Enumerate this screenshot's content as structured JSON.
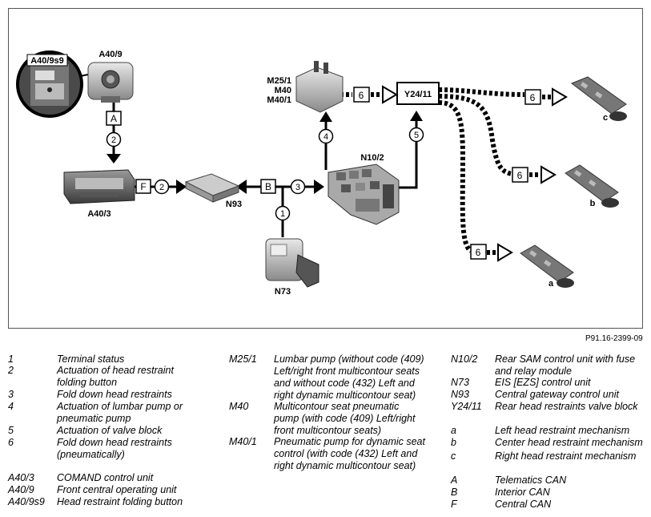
{
  "labels": {
    "A40_9": "A40/9",
    "A40_9s9": "A40/9s9",
    "A40_3": "A40/3",
    "N93": "N93",
    "N73": "N73",
    "N10_2": "N10/2",
    "M25_1": "M25/1",
    "M40": "M40",
    "M40_1": "M40/1",
    "Y24_11": "Y24/11",
    "a": "a",
    "b": "b",
    "c": "c"
  },
  "tags": {
    "A": "A",
    "B": "B",
    "F": "F",
    "n1": "1",
    "n2a": "2",
    "n2b": "2",
    "n3": "3",
    "n4": "4",
    "n5": "5",
    "n6a": "6",
    "n6b": "6",
    "n6c": "6",
    "n6d": "6"
  },
  "reference": "P91.16-2399-09",
  "legend": {
    "col1": [
      {
        "key": "1",
        "text": "Terminal status"
      },
      {
        "key": "2",
        "text": "Actuation of head restraint folding button"
      },
      {
        "key": "3",
        "text": "Fold down head restraints"
      },
      {
        "key": "4",
        "text": "Actuation of lumbar pump or pneumatic pump"
      },
      {
        "key": "5",
        "text": "Actuation of valve block"
      },
      {
        "key": "6",
        "text": "Fold down head restraints (pneumatically)"
      },
      {
        "key": "A40/3",
        "text": "COMAND control unit"
      },
      {
        "key": "A40/9",
        "text": "Front central operating unit"
      },
      {
        "key": "A40/9s9",
        "text": "Head restraint folding button"
      }
    ],
    "col2": [
      {
        "key": "M25/1",
        "text": "Lumbar pump (without code (409) Left/right front multicontour seats and without code (432) Left and right dynamic multicontour seat)"
      },
      {
        "key": "M40",
        "text": "Multicontour seat pneumatic pump (with code (409) Left/right front multicontour seats)"
      },
      {
        "key": "M40/1",
        "text": "Pneumatic pump for dynamic seat control (with code (432) Left and right dynamic multicontour seat)"
      }
    ],
    "col3": [
      {
        "key": "N10/2",
        "text": "Rear SAM control unit with fuse and relay module"
      },
      {
        "key": "N73",
        "text": "EIS [EZS] control unit"
      },
      {
        "key": "N93",
        "text": "Central gateway control unit"
      },
      {
        "key": "Y24/11",
        "text": "Rear head restraints valve block"
      },
      {
        "key": "a",
        "text": "Left head restraint mechanism"
      },
      {
        "key": "b",
        "text": "Center head restraint mechanism"
      },
      {
        "key": "c",
        "text": "Right head restraint mechanism"
      },
      {
        "key": "A",
        "text": "Telematics CAN"
      },
      {
        "key": "B",
        "text": "Interior CAN"
      },
      {
        "key": "F",
        "text": "Central CAN"
      }
    ]
  }
}
